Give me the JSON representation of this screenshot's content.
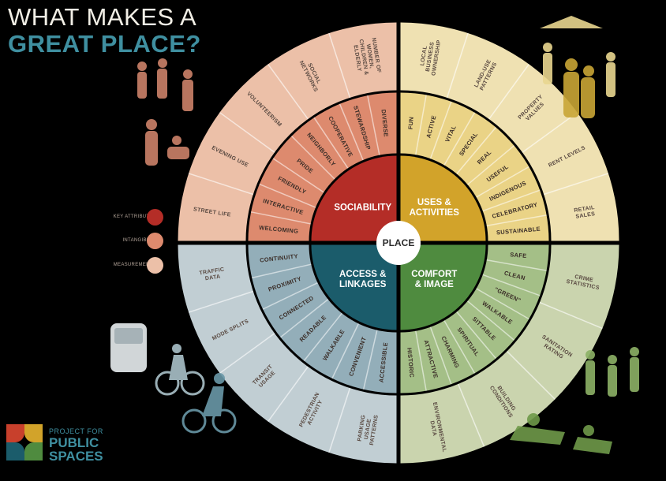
{
  "title": {
    "line1": "WHAT MAKES A",
    "line2": "GREAT PLACE?"
  },
  "center_label": "PLACE",
  "colors": {
    "background": "#000000",
    "sociability": {
      "core": "#b42d27",
      "mid": "#dd8a6e",
      "outer": "#ecc0a8"
    },
    "uses": {
      "core": "#d2a32a",
      "mid": "#ead386",
      "outer": "#efe1b2"
    },
    "comfort": {
      "core": "#4f8b3f",
      "mid": "#a4bf87",
      "outer": "#cad4ae"
    },
    "access": {
      "core": "#1b5c6b",
      "mid": "#93aeb9",
      "outer": "#c1ced3"
    },
    "title_accent": "#3f8fa0"
  },
  "quadrants": [
    {
      "id": "sociability",
      "label_lines": [
        "SOCIABILITY"
      ],
      "intangibles": [
        "WELCOMING",
        "INTERACTIVE",
        "FRIENDLY",
        "PRIDE",
        "NEIGHBORLY",
        "COOPERATIVE",
        "STEWARDSHIP",
        "DIVERSE"
      ],
      "measurements": [
        "STREET LIFE",
        "EVENING USE",
        "VOLUNTEERISM",
        "SOCIAL NETWORKS",
        "NUMBER OF WOMEN, CHILDREN & ELDERLY"
      ]
    },
    {
      "id": "uses",
      "label_lines": [
        "USES &",
        "ACTIVITIES"
      ],
      "intangibles": [
        "FUN",
        "ACTIVE",
        "VITAL",
        "SPECIAL",
        "REAL",
        "USEFUL",
        "INDIGENOUS",
        "CELEBRATORY",
        "SUSTAINABLE"
      ],
      "measurements": [
        "LOCAL BUSINESS OWNERSHIP",
        "LAND-USE PATTERNS",
        "PROPERTY VALUES",
        "RENT LEVELS",
        "RETAIL SALES"
      ]
    },
    {
      "id": "comfort",
      "label_lines": [
        "COMFORT",
        "& IMAGE"
      ],
      "intangibles": [
        "SAFE",
        "CLEAN",
        "\"GREEN\"",
        "WALKABLE",
        "SITTABLE",
        "SPIRITUAL",
        "CHARMING",
        "ATTRACTIVE",
        "HISTORIC"
      ],
      "measurements": [
        "CRIME STATISTICS",
        "SANITATION RATING",
        "BUILDING CONDITIONS",
        "ENVIRONMENTAL DATA"
      ]
    },
    {
      "id": "access",
      "label_lines": [
        "ACCESS &",
        "LINKAGES"
      ],
      "intangibles": [
        "ACCESSIBLE",
        "CONVENIENT",
        "WALKABLE",
        "READABLE",
        "CONNECTED",
        "PROXIMITY",
        "CONTINUITY"
      ],
      "measurements": [
        "PARKING USAGE PATTERNS",
        "PEDESTRIAN ACTIVITY",
        "TRANSIT USAGE",
        "MODE SPLITS",
        "TRAFFIC DATA"
      ]
    }
  ],
  "legend": [
    {
      "label": "KEY ATTRIBUTES",
      "color": "#b42d27"
    },
    {
      "label": "INTANGIBLES",
      "color": "#dd8a6e"
    },
    {
      "label": "MEASUREMENTS",
      "color": "#ecc0a8"
    }
  ],
  "logo": {
    "line1": "PROJECT FOR",
    "line2": "PUBLIC",
    "line3": "SPACES",
    "colors": [
      "#c8402c",
      "#d2a32a",
      "#1b5c6b",
      "#4f8b3f"
    ]
  }
}
